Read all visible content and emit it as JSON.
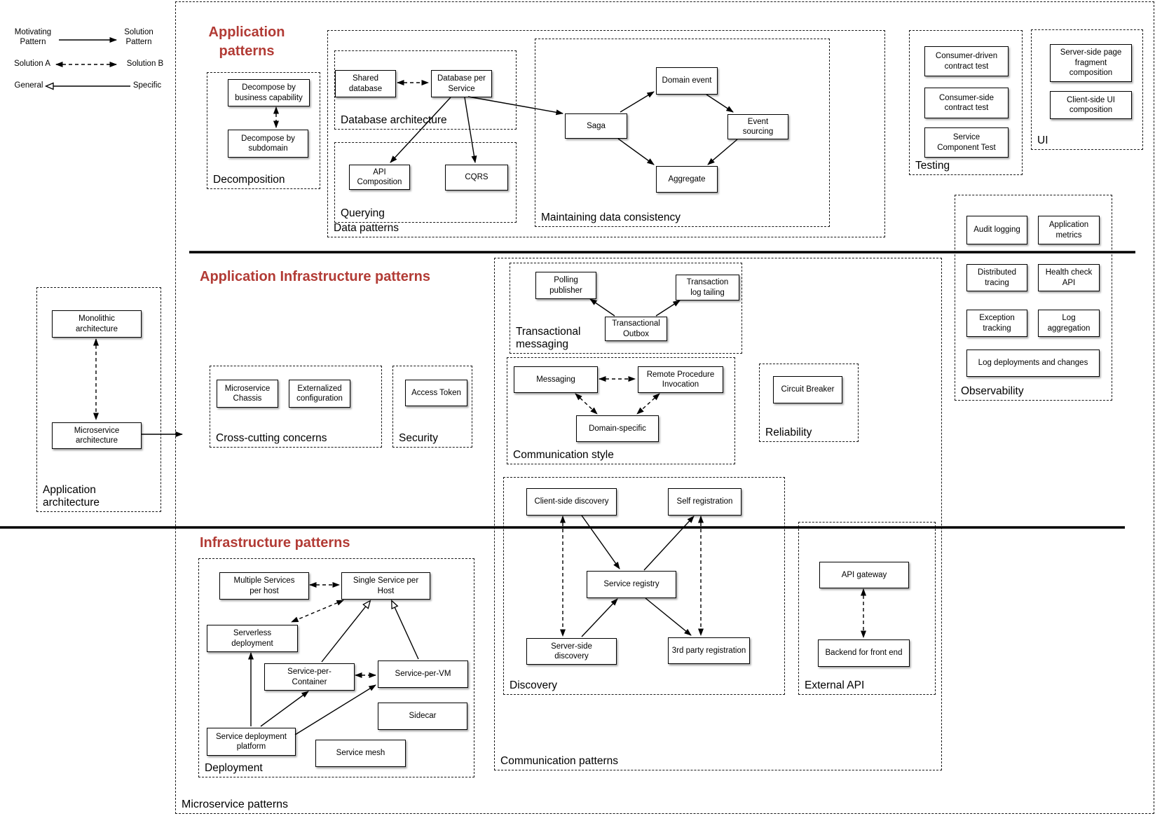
{
  "colors": {
    "accent": "#b23b35",
    "line": "#000000"
  },
  "legend": {
    "motivating_pattern": "Motivating\nPattern",
    "solution_pattern": "Solution\nPattern",
    "solution_a": "Solution A",
    "solution_b": "Solution B",
    "general": "General",
    "specific": "Specific"
  },
  "titles": {
    "application_patterns": "Application\npatterns",
    "app_infra_patterns": "Application Infrastructure patterns",
    "infra_patterns": "Infrastructure patterns"
  },
  "sections": {
    "microservice_patterns": "Microservice patterns",
    "decomposition": "Decomposition",
    "data_patterns": "Data patterns",
    "database_architecture": "Database architecture",
    "querying": "Querying",
    "maintaining_data_consistency": "Maintaining data consistency",
    "testing": "Testing",
    "ui": "UI",
    "observability": "Observability",
    "application_architecture": "Application\narchitecture",
    "cross_cutting": "Cross-cutting concerns",
    "security": "Security",
    "transactional_messaging": "Transactional\nmessaging",
    "communication_style": "Communication style",
    "reliability": "Reliability",
    "discovery": "Discovery",
    "external_api": "External API",
    "communication_patterns": "Communication patterns",
    "deployment": "Deployment"
  },
  "patterns": {
    "decompose_business": "Decompose by\nbusiness capability",
    "decompose_subdomain": "Decompose by\nsubdomain",
    "shared_database": "Shared\ndatabase",
    "database_per_service": "Database per\nService",
    "api_composition": "API\nComposition",
    "cqrs": "CQRS",
    "domain_event": "Domain event",
    "saga": "Saga",
    "event_sourcing": "Event\nsourcing",
    "aggregate": "Aggregate",
    "consumer_driven": "Consumer-driven\ncontract test",
    "consumer_side": "Consumer-side\ncontract test",
    "service_component": "Service\nComponent Test",
    "server_side_page": "Server-side page\nfragment\ncomposition",
    "client_side_ui": "Client-side  UI\ncomposition",
    "audit_logging": "Audit logging",
    "application_metrics": "Application\nmetrics",
    "distributed_tracing": "Distributed\ntracing",
    "health_check": "Health check\nAPI",
    "exception_tracking": "Exception\ntracking",
    "log_aggregation": "Log\naggregation",
    "log_deployments": "Log deployments and changes",
    "monolithic": "Monolithic\narchitecture",
    "microservice_arch": "Microservice\narchitecture",
    "microservice_chassis": "Microservice\nChassis",
    "externalized_config": "Externalized\nconfiguration",
    "access_token": "Access Token",
    "polling_publisher": "Polling\npublisher",
    "transaction_log_tailing": "Transaction\nlog tailing",
    "transactional_outbox": "Transactional\nOutbox",
    "messaging": "Messaging",
    "rpi": "Remote Procedure\nInvocation",
    "domain_specific": "Domain-specific",
    "circuit_breaker": "Circuit Breaker",
    "client_side_discovery": "Client-side discovery",
    "self_registration": "Self registration",
    "service_registry": "Service registry",
    "server_side_discovery": "Server-side\ndiscovery",
    "third_party_registration": "3rd party registration",
    "api_gateway": "API gateway",
    "backend_for_front_end": "Backend for front end",
    "multiple_services": "Multiple Services\nper host",
    "single_service": "Single Service per\nHost",
    "serverless": "Serverless\ndeployment",
    "service_per_container": "Service-per-\nContainer",
    "service_per_vm": "Service-per-VM",
    "sidecar": "Sidecar",
    "service_deployment_platform": "Service deployment\nplatform",
    "service_mesh": "Service mesh"
  }
}
